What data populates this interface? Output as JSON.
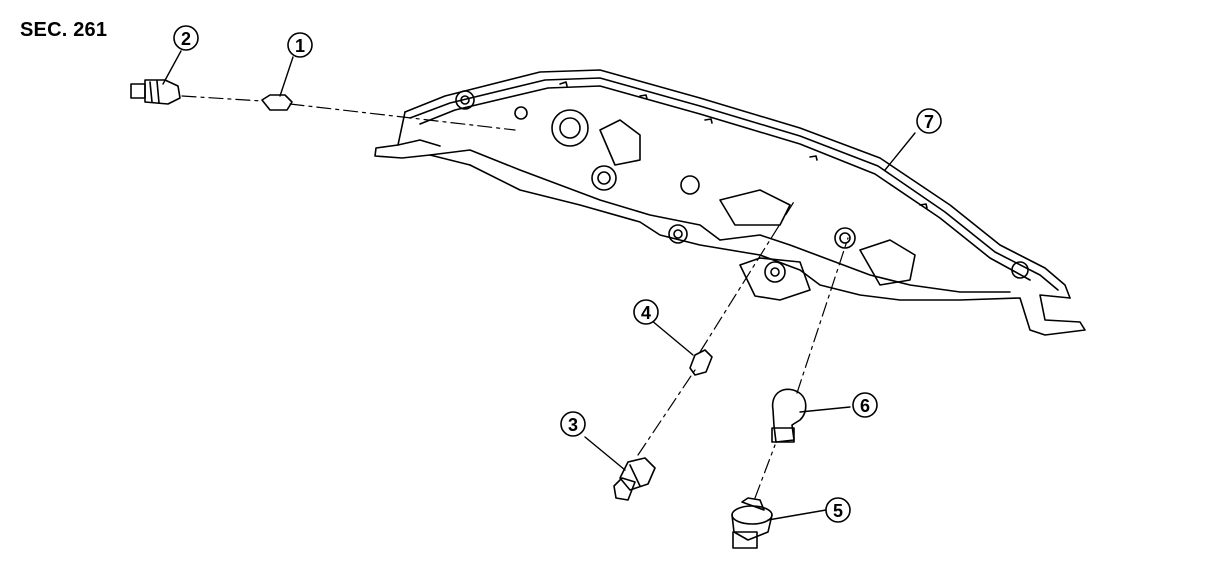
{
  "section_code": "SEC. 261",
  "callouts": [
    {
      "id": "callout-1",
      "number": "1"
    },
    {
      "id": "callout-2",
      "number": "2"
    },
    {
      "id": "callout-3",
      "number": "3"
    },
    {
      "id": "callout-4",
      "number": "4"
    },
    {
      "id": "callout-5",
      "number": "5"
    },
    {
      "id": "callout-6",
      "number": "6"
    },
    {
      "id": "callout-7",
      "number": "7"
    }
  ],
  "colors": {
    "line": "#000000",
    "background": "#ffffff"
  }
}
